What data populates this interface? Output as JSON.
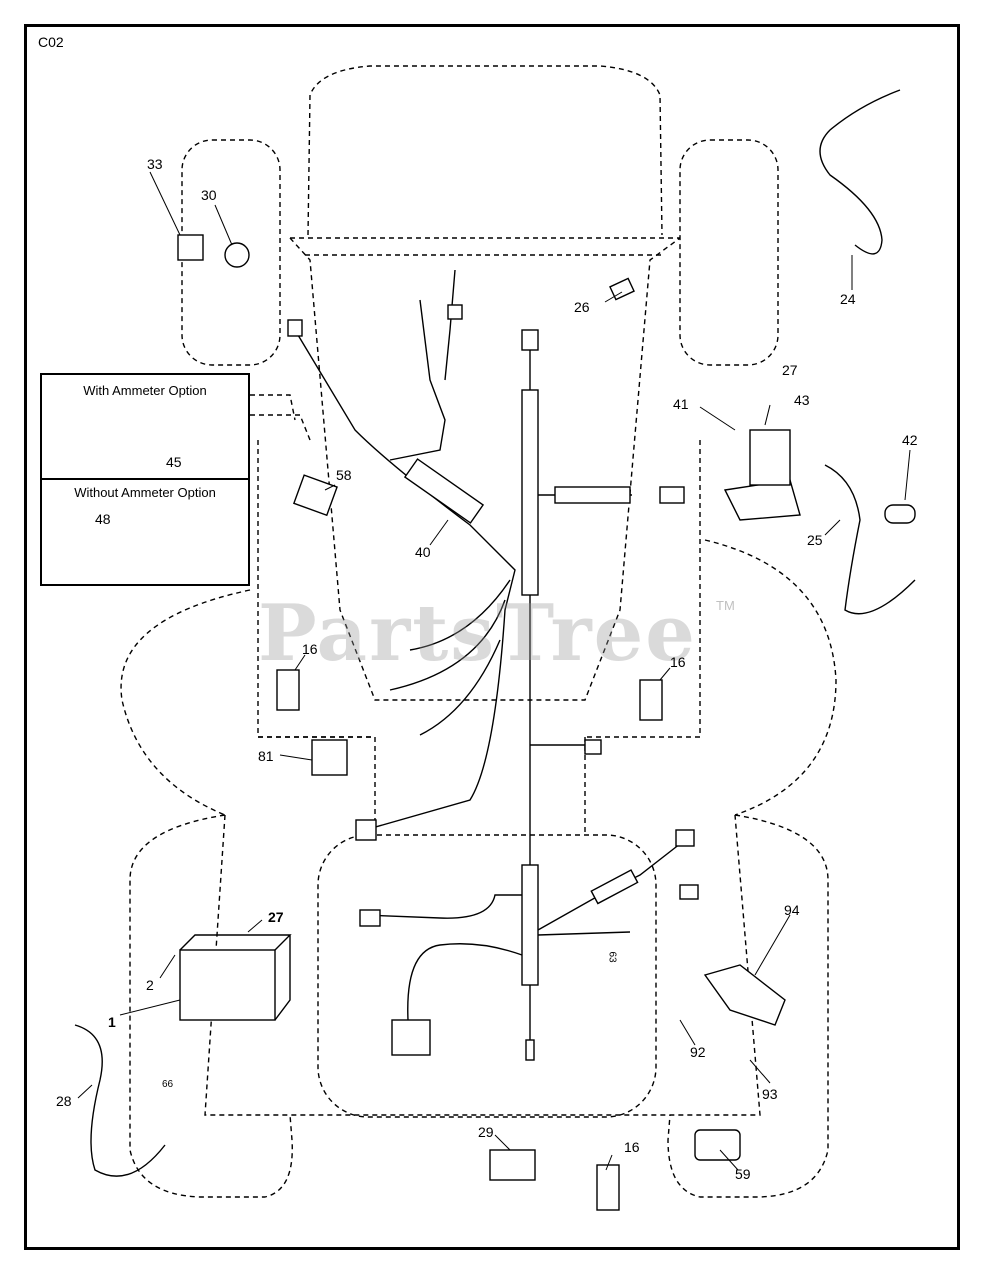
{
  "diagram_code": "C02",
  "watermark": "PartsTree",
  "trademark": "TM",
  "inset": {
    "with_ammeter": "With Ammeter Option",
    "without_ammeter": "Without Ammeter Option",
    "part_45": "45",
    "part_48": "48"
  },
  "parts": {
    "p33": "33",
    "p30": "30",
    "p26": "26",
    "p24": "24",
    "p27a": "27",
    "p41": "41",
    "p43": "43",
    "p42": "42",
    "p25": "25",
    "p58": "58",
    "p40": "40",
    "p16a": "16",
    "p16b": "16",
    "p81": "81",
    "p27b": "27",
    "p2": "2",
    "p1": "1",
    "p28": "28",
    "p66": "66",
    "p63": "63",
    "p94": "94",
    "p92": "92",
    "p93": "93",
    "p29": "29",
    "p16c": "16",
    "p59": "59"
  }
}
